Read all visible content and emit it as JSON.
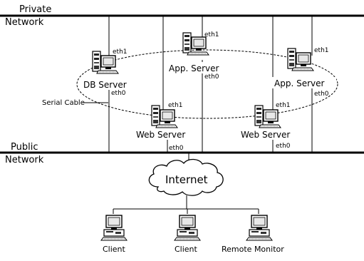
{
  "networks": {
    "private_line1": "Private",
    "private_line2": "Network",
    "public_line1": "Public",
    "public_line2": "Network"
  },
  "ports": {
    "eth1": "eth1",
    "eth0": "eth0"
  },
  "serial_cable": "Serial Cable",
  "servers": {
    "db": "DB Server",
    "app1": "App. Server",
    "app2": "App. Server",
    "web1": "Web Server",
    "web2": "Web Server"
  },
  "internet": "Internet",
  "clients": {
    "client1": "Client",
    "client2": "Client",
    "monitor": "Remote Monitor"
  },
  "icons": {
    "server": "server-computer-icon",
    "client": "desktop-computer-icon",
    "cloud": "cloud-icon"
  }
}
